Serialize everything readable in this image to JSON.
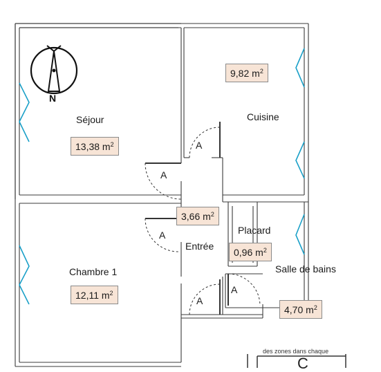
{
  "rooms": {
    "sejour": {
      "name": "Séjour",
      "area": "13,38 m",
      "unit_exp": "2"
    },
    "cuisine": {
      "name": "Cuisine",
      "area": "9,82 m",
      "unit_exp": "2"
    },
    "entree": {
      "name": "Entrée",
      "area": "3,66 m",
      "unit_exp": "2"
    },
    "placard": {
      "name": "Placard",
      "area": "0,96 m",
      "unit_exp": "2"
    },
    "salle_de_bains": {
      "name": "Salle de bains",
      "area": "4,70 m",
      "unit_exp": "2"
    },
    "chambre1": {
      "name": "Chambre 1",
      "area": "12,11 m",
      "unit_exp": "2"
    }
  },
  "doors": {
    "label": "A"
  },
  "compass": {
    "north": "N"
  },
  "legend": {
    "text": "des zones dans chaque",
    "letter": "C"
  },
  "colors": {
    "wall": "#555555",
    "wall_inner": "#ffffff",
    "window": "#1aa0c8",
    "area_fill": "#f7e4d6",
    "area_border": "#8a8a8a"
  }
}
